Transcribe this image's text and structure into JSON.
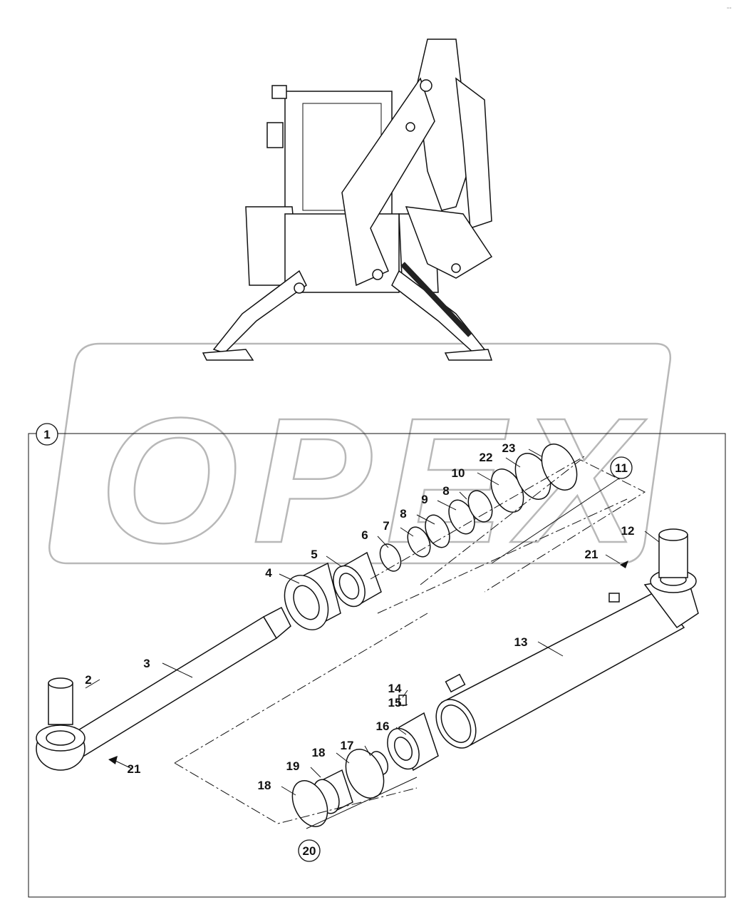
{
  "diagram": {
    "watermark": "OPEX",
    "corner_mark": "--",
    "assembly_callout": "1",
    "callouts": [
      "2",
      "3",
      "4",
      "5",
      "6",
      "7",
      "8",
      "9",
      "8",
      "10",
      "22",
      "23",
      "12",
      "21",
      "13",
      "14",
      "15",
      "16",
      "17",
      "18",
      "19",
      "18",
      "21"
    ],
    "kit_callouts": [
      "11",
      "20"
    ],
    "colors": {
      "line": "#111111",
      "watermark": "#b8b8b8",
      "background": "#ffffff"
    }
  }
}
